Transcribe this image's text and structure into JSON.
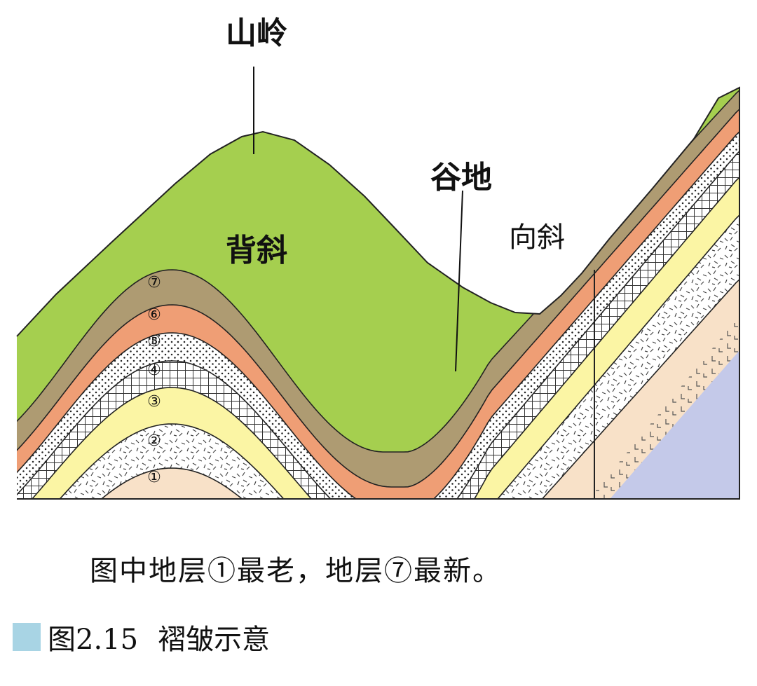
{
  "diagram": {
    "labels": {
      "ridge": "山岭",
      "anticline": "背斜",
      "valley": "谷地",
      "syncline": "向斜"
    },
    "strata": [
      {
        "id": "1",
        "mark": "①",
        "color": "#f8e1c8",
        "pattern": "none"
      },
      {
        "id": "2",
        "mark": "②",
        "color": "#ffffff",
        "pattern": "dash"
      },
      {
        "id": "3",
        "mark": "③",
        "color": "#fbf5a4",
        "pattern": "none"
      },
      {
        "id": "4",
        "mark": "④",
        "color": "#ffffff",
        "pattern": "grid"
      },
      {
        "id": "5",
        "mark": "⑤",
        "color": "#ffffff",
        "pattern": "dots"
      },
      {
        "id": "6",
        "mark": "⑥",
        "color": "#ef9e75",
        "pattern": "none"
      },
      {
        "id": "7",
        "mark": "⑦",
        "color": "#ae9b72",
        "pattern": "none"
      }
    ],
    "colors": {
      "surface": "#a5cf4f",
      "layer0": "#c4c9e9",
      "outline": "#222222"
    }
  },
  "note": "图中地层①最老，地层⑦最新。",
  "caption": {
    "figure_number": "图2.15",
    "title": "褶皱示意",
    "marker_color": "#a8d4e4"
  }
}
